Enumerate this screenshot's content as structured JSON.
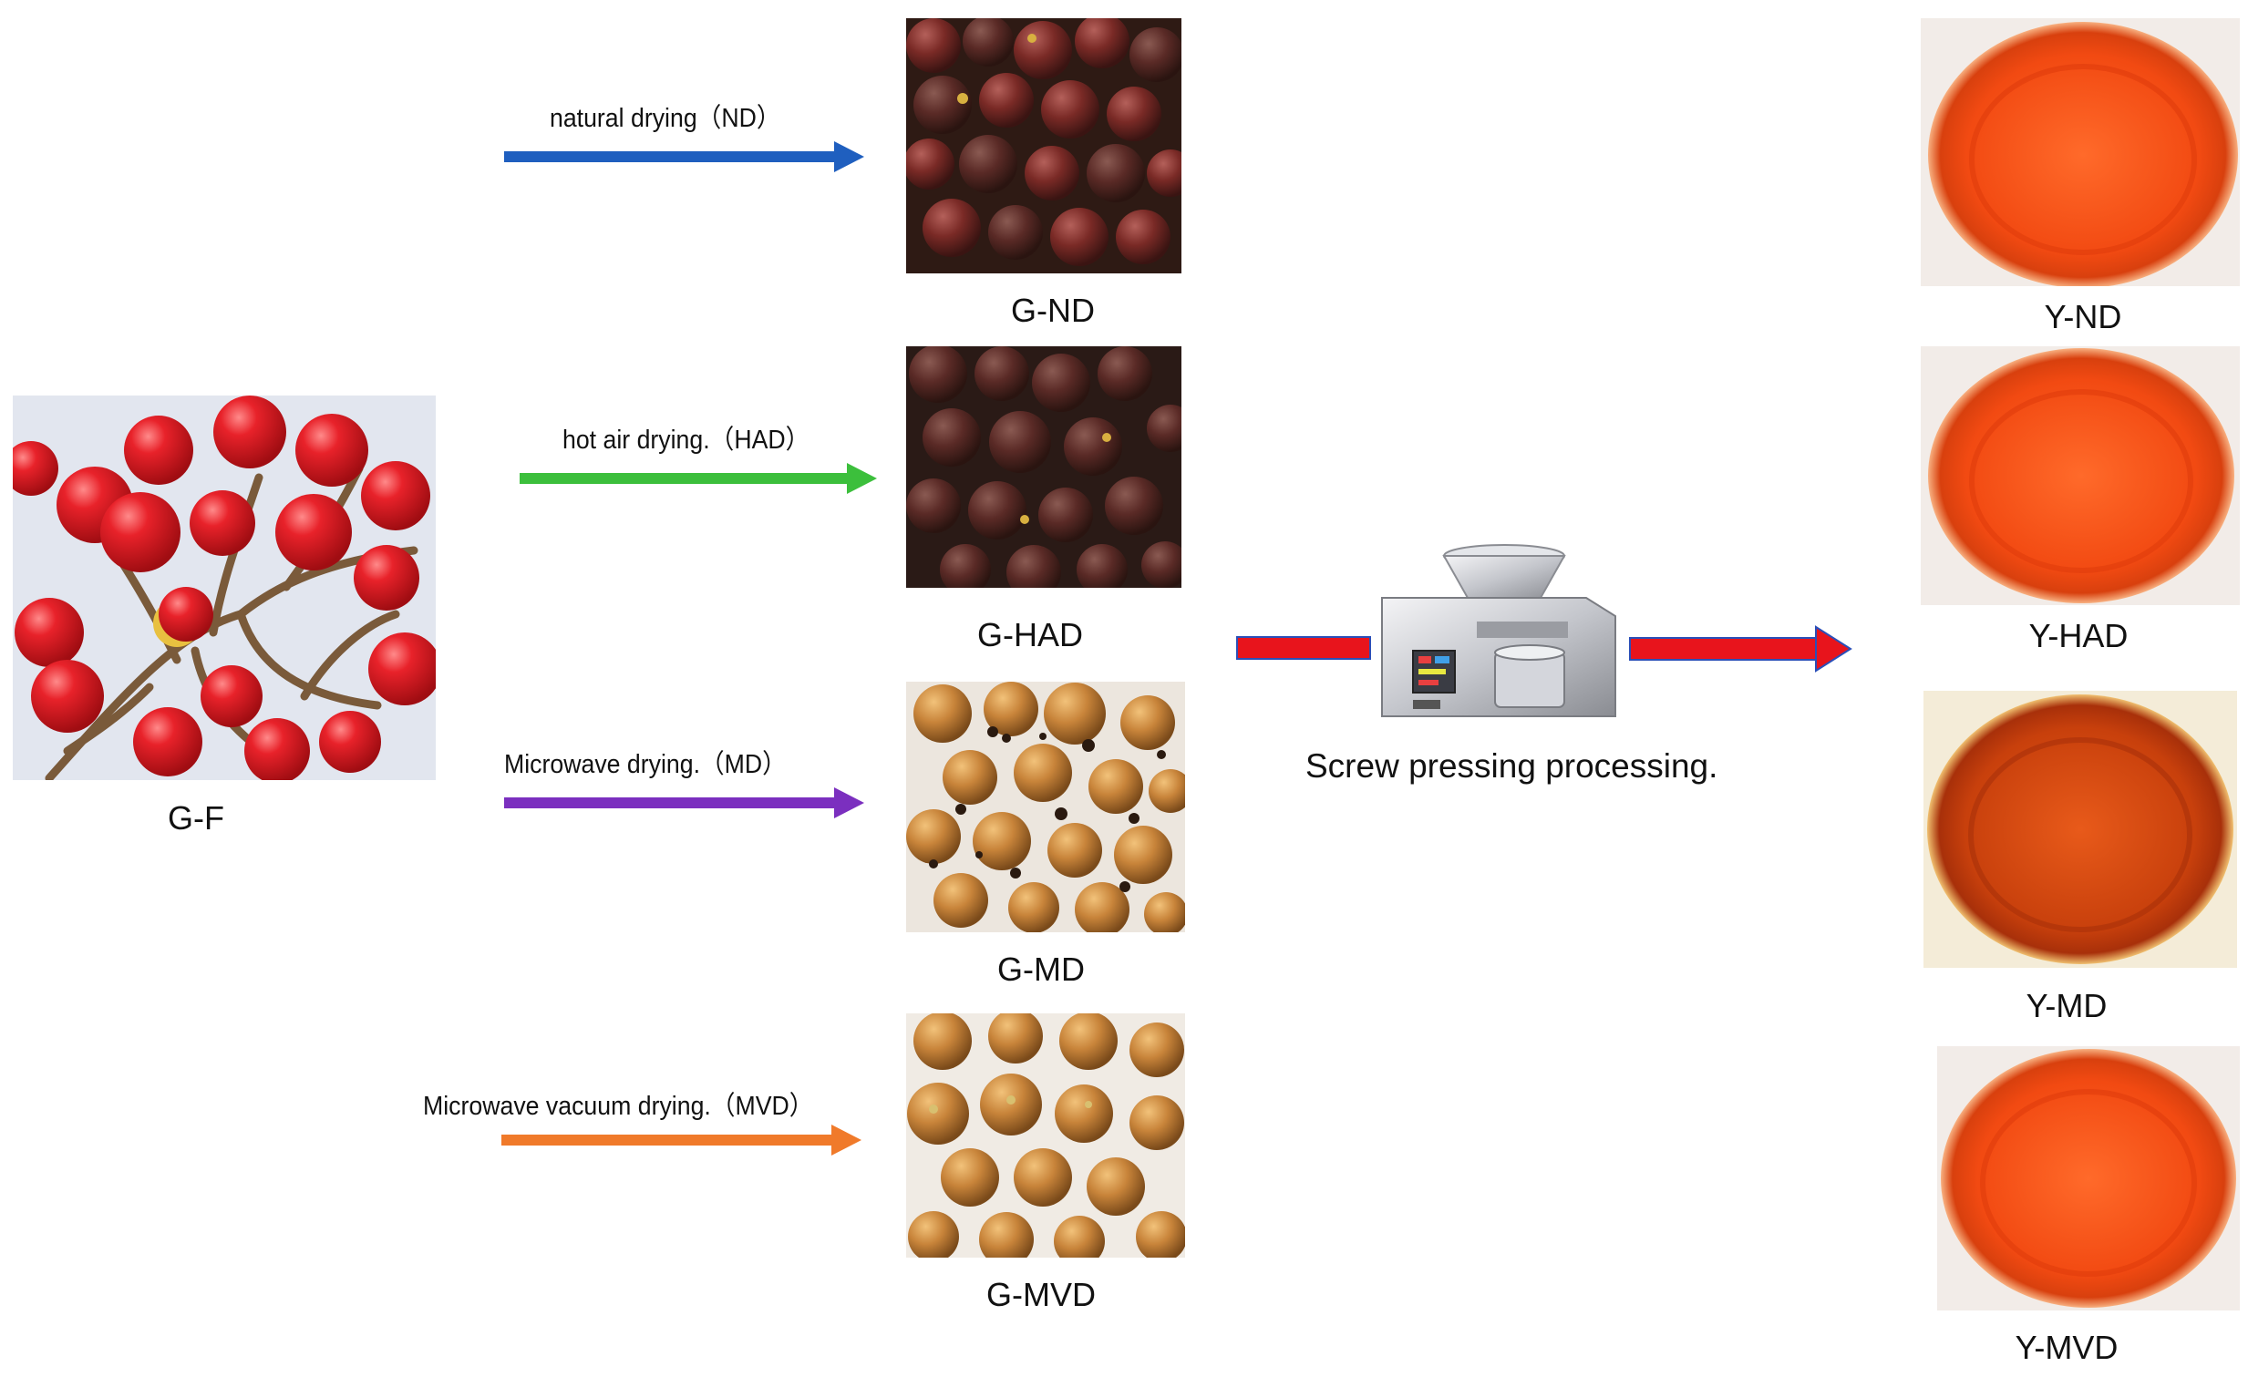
{
  "fresh": {
    "label": "G-F"
  },
  "methods": [
    {
      "label": "natural drying（ND）",
      "color": "#1f5fbf"
    },
    {
      "label": "hot air drying.（HAD）",
      "color": "#3cbf3c"
    },
    {
      "label": "Microwave drying.（MD）",
      "color": "#7b2fbf"
    },
    {
      "label": "Microwave vacuum drying.（MVD）",
      "color": "#f07a2a"
    }
  ],
  "dried": [
    {
      "label": "G-ND"
    },
    {
      "label": "G-HAD"
    },
    {
      "label": "G-MD"
    },
    {
      "label": "G-MVD"
    }
  ],
  "press": {
    "label": "Screw pressing processing."
  },
  "oils": [
    {
      "label": "Y-ND"
    },
    {
      "label": "Y-HAD"
    },
    {
      "label": "Y-MD"
    },
    {
      "label": "Y-MVD"
    }
  ],
  "colors": {
    "press_arrow_fill": "#e8141c",
    "press_arrow_edge": "#2a4fb8"
  },
  "icons": {
    "fresh_photo": "red-berries-photo",
    "dried_photo": "dried-berries-photo",
    "press_photo": "screw-oil-press-machine",
    "oil_photo": "oil-dish-photo"
  }
}
